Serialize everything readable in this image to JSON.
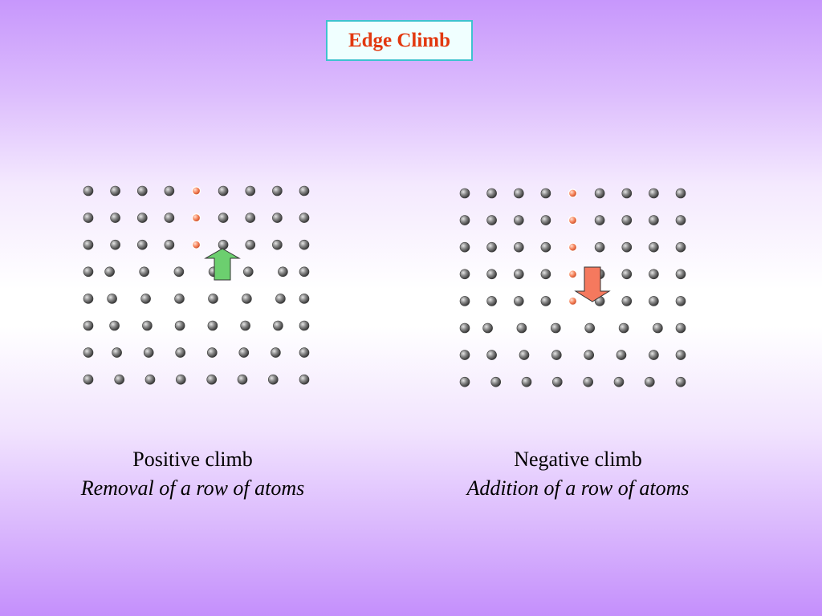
{
  "title": "Edge Climb",
  "panels": [
    {
      "id": "positive",
      "caption": "Positive climb",
      "subcaption": "Removal of a row of atoms",
      "arrow": "up",
      "arrow_color": "#6ccf6f",
      "lattice": {
        "columns": 9,
        "rows": 8,
        "highlighted_column": 5,
        "highlighted_rows": 3
      }
    },
    {
      "id": "negative",
      "caption": "Negative climb",
      "subcaption": "Addition of a row of atoms",
      "arrow": "down",
      "arrow_color": "#f5795e",
      "lattice": {
        "columns": 9,
        "rows": 8,
        "highlighted_column": 5,
        "highlighted_rows": 5
      }
    }
  ],
  "colors": {
    "atom": "#808080",
    "atom_highlight": "#f07a5c",
    "title_text": "#e2380f",
    "title_border": "#3fc2cf"
  }
}
